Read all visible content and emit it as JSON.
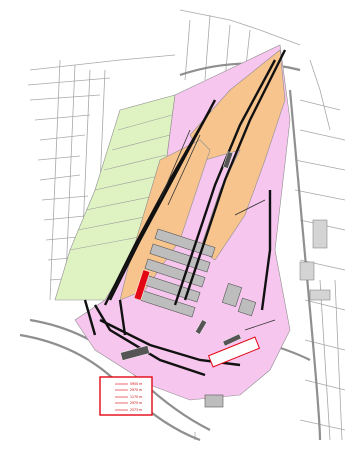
{
  "colors": {
    "road": "#9a9a9a",
    "rail": "#111111",
    "zone_orange": "#f7c48e",
    "zone_pink": "#f6c6ee",
    "zone_green": "#dff3c2",
    "zone_grey": "#bdbdbd",
    "highlight": "#e30613",
    "background": "#ffffff"
  },
  "labels": [
    {
      "id": "label-1",
      "text": ""
    },
    {
      "id": "label-2",
      "text": ""
    },
    {
      "id": "label-3",
      "text": ""
    },
    {
      "id": "label-4",
      "text": ""
    },
    {
      "id": "label-5",
      "text": ""
    },
    {
      "id": "label-6",
      "text": ""
    }
  ],
  "legend": {
    "rows": [
      {
        "left": "",
        "right": "5950 m"
      },
      {
        "left": "",
        "right": "2970 m"
      },
      {
        "left": "",
        "right": "1170 m"
      },
      {
        "left": "",
        "right": "2970 m"
      },
      {
        "left": "",
        "right": "2573 m"
      }
    ]
  }
}
